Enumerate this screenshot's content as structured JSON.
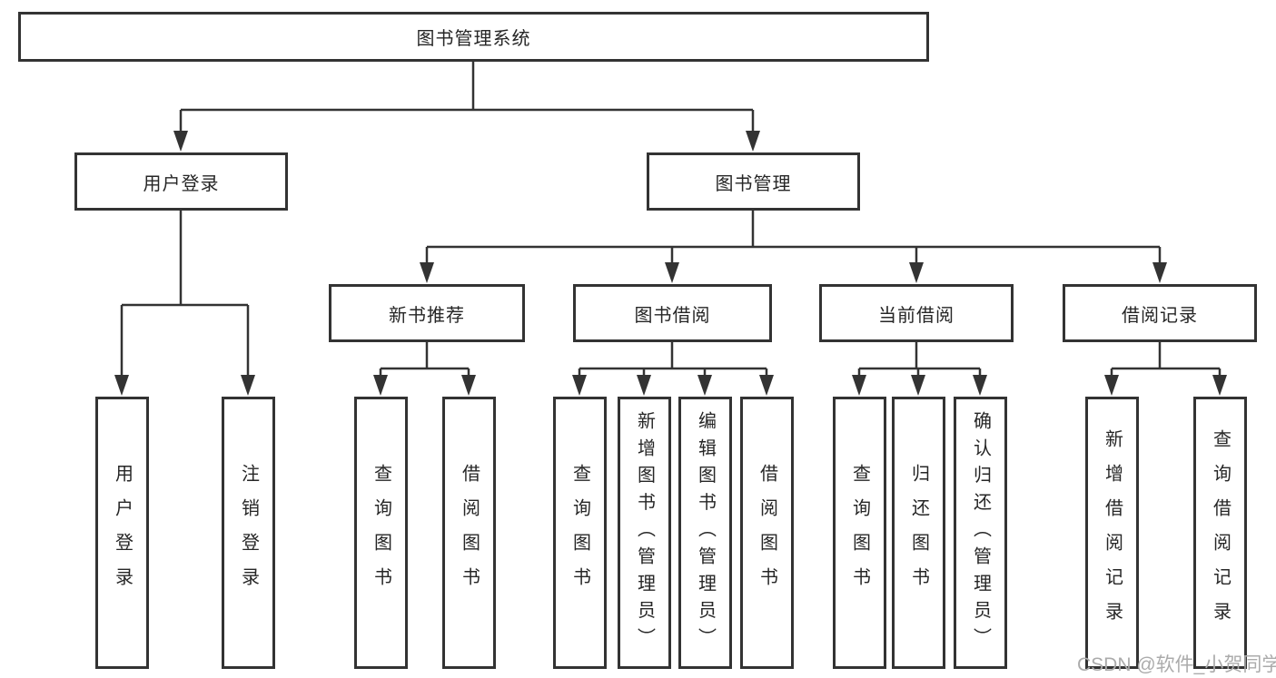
{
  "tree": {
    "root": "图书管理系统",
    "children": [
      {
        "label": "用户登录",
        "children": [
          {
            "label": "用户登录"
          },
          {
            "label": "注销登录"
          }
        ]
      },
      {
        "label": "图书管理",
        "children": [
          {
            "label": "新书推荐",
            "children": [
              {
                "label": "查询图书"
              },
              {
                "label": "借阅图书"
              }
            ]
          },
          {
            "label": "图书借阅",
            "children": [
              {
                "label": "查询图书"
              },
              {
                "label": "新增图书（管理员）"
              },
              {
                "label": "编辑图书（管理员）"
              },
              {
                "label": "借阅图书"
              }
            ]
          },
          {
            "label": "当前借阅",
            "children": [
              {
                "label": "查询图书"
              },
              {
                "label": "归还图书"
              },
              {
                "label": "确认归还（管理员）"
              }
            ]
          },
          {
            "label": "借阅记录",
            "children": [
              {
                "label": "新增借阅记录"
              },
              {
                "label": "查询借阅记录"
              }
            ]
          }
        ]
      }
    ]
  },
  "watermark": "CSDN @软件_小贺同学",
  "colors": {
    "line": "#333333",
    "text": "#262626",
    "watermark": "#ababab",
    "background": "#ffffff"
  }
}
